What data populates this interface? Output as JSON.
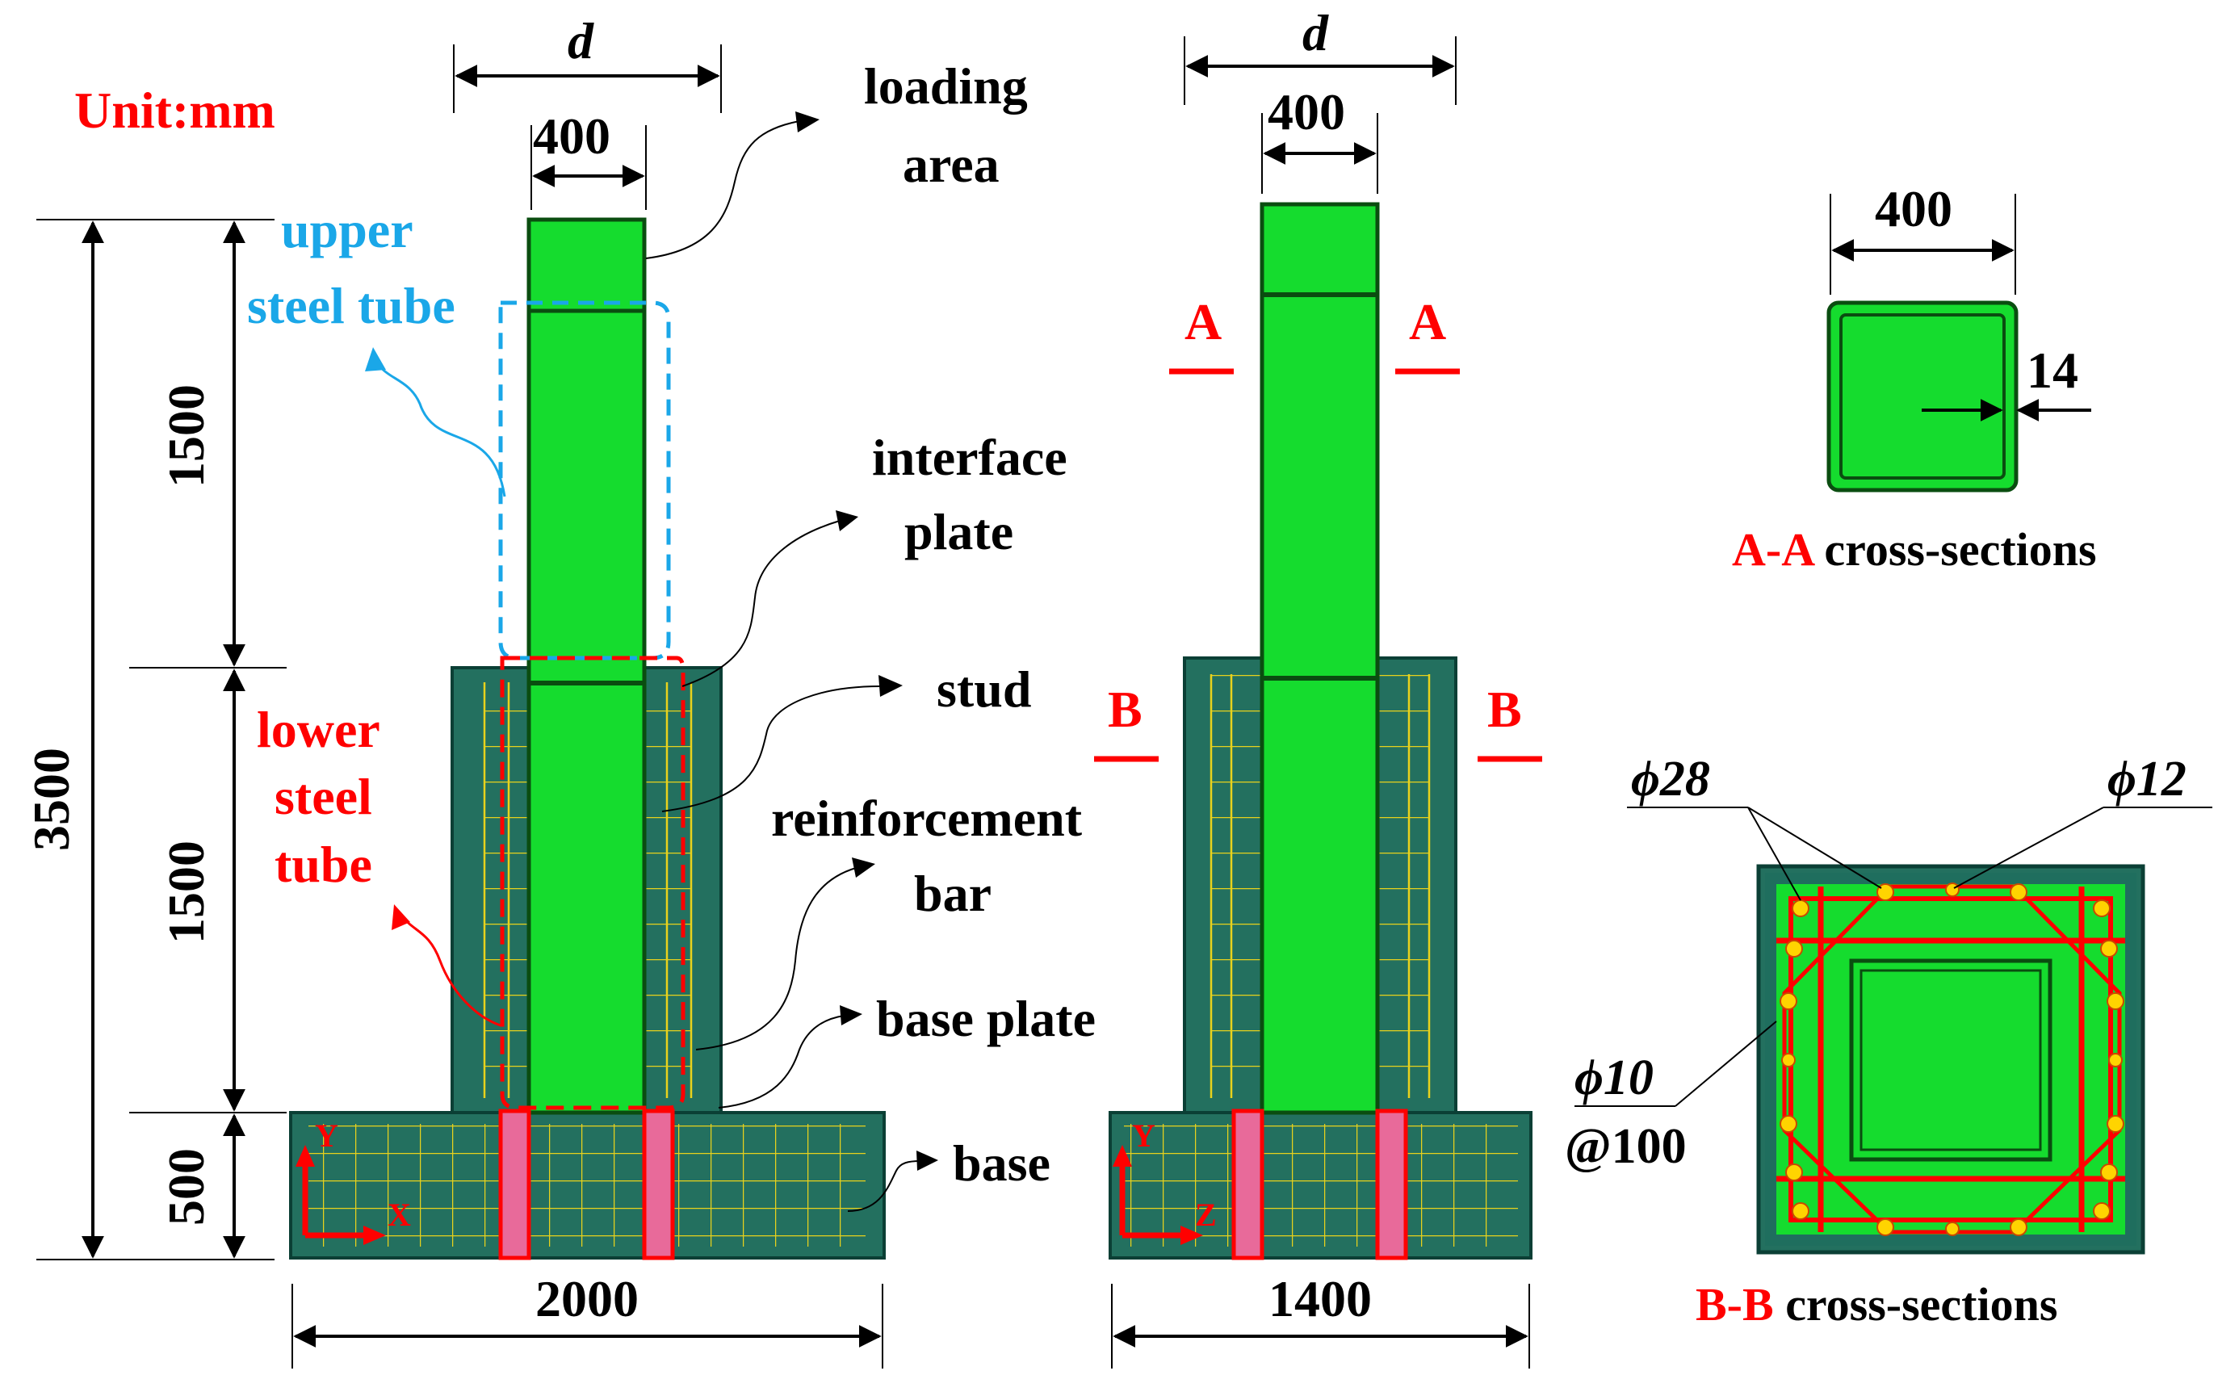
{
  "unit_note": "Unit:mm",
  "elevation_xy": {
    "dim_d": "d",
    "dim_tube": "400",
    "dim_total": "3500",
    "dim_upper": "1500",
    "dim_lower": "1500",
    "dim_base": "500",
    "dim_width": "2000",
    "axis_y": "Y",
    "axis_x": "X"
  },
  "elevation_zy": {
    "dim_d": "d",
    "dim_tube": "400",
    "dim_width": "1400",
    "section_a_left": "A",
    "section_a_right": "A",
    "section_b_left": "B",
    "section_b_right": "B",
    "axis_y": "Y",
    "axis_z": "Z"
  },
  "callouts": {
    "loading_area_1": "loading",
    "loading_area_2": "area",
    "upper_tube_1": "upper",
    "upper_tube_2": "steel tube",
    "interface_plate_1": "interface",
    "interface_plate_2": "plate",
    "stud": "stud",
    "reinforcement_bar_1": "reinforcement",
    "reinforcement_bar_2": "bar",
    "base_plate": "base plate",
    "base": "base",
    "lower_tube_1": "lower",
    "lower_tube_2": "steel",
    "lower_tube_3": "tube"
  },
  "section_aa": {
    "dim_width": "400",
    "dim_thickness": "14",
    "caption_letters": "A-A",
    "caption_rest": " cross-sections"
  },
  "section_bb": {
    "bar_large": "ϕ28",
    "bar_small": "ϕ12",
    "stirrup_1": "ϕ10",
    "stirrup_2": "@100",
    "caption_letters": "B-B",
    "caption_rest": " cross-sections"
  },
  "colors": {
    "steel": "#15dc2e",
    "concrete": "#23705f",
    "rebar": "#e8d21c",
    "highlight_red": "#ff0000",
    "highlight_cyan": "#1aa7e8"
  }
}
